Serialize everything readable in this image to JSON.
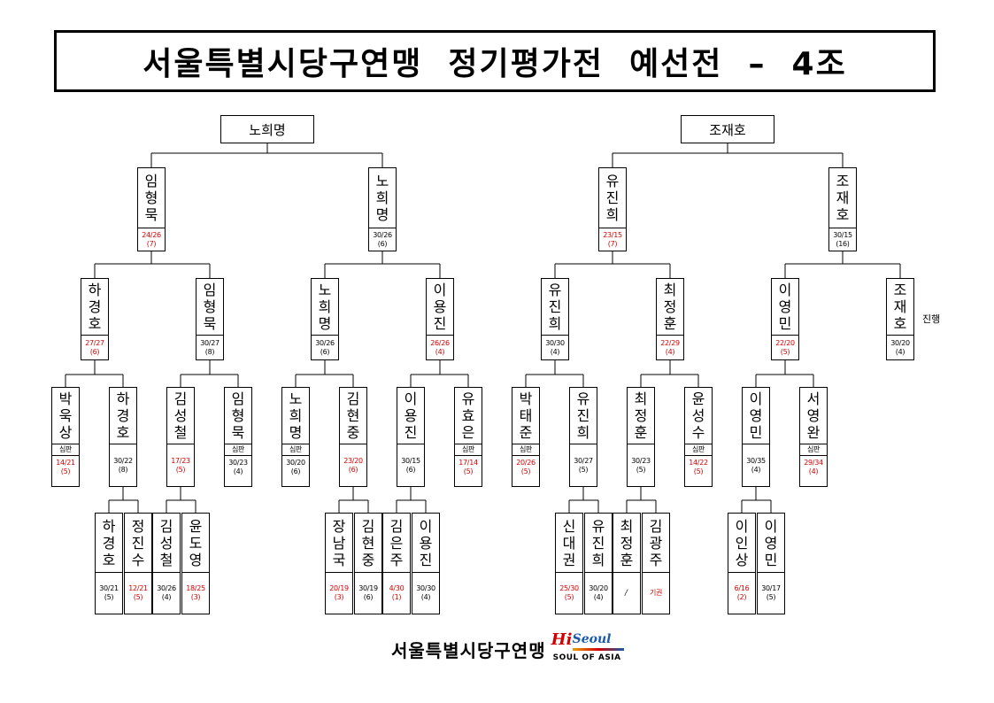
{
  "title": "서울특별시당구연맹  정기평가전  예선전  –  4조",
  "winners": {
    "left": "노희명",
    "right": "조재호"
  },
  "round1": [
    {
      "name": "임형묵",
      "score": "24/26",
      "rank": "(7)",
      "red": true
    },
    {
      "name": "노희명",
      "score": "30/26",
      "rank": "(6)",
      "red": false
    },
    {
      "name": "유진희",
      "score": "23/15",
      "rank": "(7)",
      "red": true
    },
    {
      "name": "조재호",
      "score": "30/15",
      "rank": "(16)",
      "red": false
    }
  ],
  "round2": [
    {
      "name": "하경호",
      "score": "27/27",
      "rank": "(6)",
      "red": true
    },
    {
      "name": "임형묵",
      "score": "30/27",
      "rank": "(8)",
      "red": false
    },
    {
      "name": "노희명",
      "score": "30/26",
      "rank": "(6)",
      "red": false
    },
    {
      "name": "이용진",
      "score": "26/26",
      "rank": "(4)",
      "red": true
    },
    {
      "name": "유진희",
      "score": "30/30",
      "rank": "(4)",
      "red": false
    },
    {
      "name": "최정훈",
      "score": "22/29",
      "rank": "(4)",
      "red": true
    },
    {
      "name": "이영민",
      "score": "22/20",
      "rank": "(5)",
      "red": true
    },
    {
      "name": "조재호",
      "score": "30/20",
      "rank": "(4)",
      "red": false
    }
  ],
  "progress_note": "진행",
  "round3": [
    {
      "name": "박욱상",
      "judge": "심판",
      "score": "14/21",
      "rank": "(5)",
      "red": true
    },
    {
      "name": "하경호",
      "score": "30/22",
      "rank": "(8)",
      "red": false
    },
    {
      "name": "김성철",
      "score": "17/23",
      "rank": "(5)",
      "red": true
    },
    {
      "name": "임형묵",
      "judge": "심판",
      "score": "30/23",
      "rank": "(4)",
      "red": false
    },
    {
      "name": "노희명",
      "judge": "심판",
      "score": "30/20",
      "rank": "(6)",
      "red": false
    },
    {
      "name": "김현중",
      "score": "23/20",
      "rank": "(6)",
      "red": true
    },
    {
      "name": "이용진",
      "score": "30/15",
      "rank": "(6)",
      "red": false
    },
    {
      "name": "유효은",
      "judge": "심판",
      "score": "17/14",
      "rank": "(5)",
      "red": true
    },
    {
      "name": "박태준",
      "judge": "심판",
      "score": "20/26",
      "rank": "(5)",
      "red": true
    },
    {
      "name": "유진희",
      "score": "30/27",
      "rank": "(5)",
      "red": false
    },
    {
      "name": "최정훈",
      "score": "30/23",
      "rank": "(5)",
      "red": false
    },
    {
      "name": "윤성수",
      "judge": "심판",
      "score": "14/22",
      "rank": "(5)",
      "red": true
    },
    {
      "name": "이영민",
      "score": "30/35",
      "rank": "(4)",
      "red": false
    },
    {
      "name": "서영완",
      "judge": "심판",
      "score": "29/34",
      "rank": "(4)",
      "red": true
    }
  ],
  "round4": [
    {
      "name": "하경호",
      "score": "30/21",
      "rank": "(5)",
      "red": false
    },
    {
      "name": "정진수",
      "score": "12/21",
      "rank": "(5)",
      "red": true
    },
    {
      "name": "김성철",
      "score": "30/26",
      "rank": "(4)",
      "red": false
    },
    {
      "name": "윤도영",
      "score": "18/25",
      "rank": "(3)",
      "red": true
    },
    {
      "name": "장남국",
      "score": "20/19",
      "rank": "(3)",
      "red": true
    },
    {
      "name": "김현중",
      "score": "30/19",
      "rank": "(6)",
      "red": false
    },
    {
      "name": "김은주",
      "score": "4/30",
      "rank": "(1)",
      "red": true
    },
    {
      "name": "이용진",
      "score": "30/30",
      "rank": "(4)",
      "red": false
    },
    {
      "name": "신대권",
      "score": "25/30",
      "rank": "(5)",
      "red": true
    },
    {
      "name": "유진희",
      "score": "30/20",
      "rank": "(4)",
      "red": false
    },
    {
      "name": "최정훈",
      "score": "〳",
      "rank": "",
      "red": false
    },
    {
      "name": "김광주",
      "score": "기권",
      "rank": "",
      "red": true
    },
    {
      "name": "이인상",
      "score": "6/16",
      "rank": "(2)",
      "red": true
    },
    {
      "name": "이영민",
      "score": "30/17",
      "rank": "(5)",
      "red": false
    }
  ],
  "footer": {
    "org": "서울특별시당구연맹",
    "logo_hi": "Hi",
    "logo_seoul": "Seoul",
    "logo_sub": "SOUL OF ASIA"
  }
}
